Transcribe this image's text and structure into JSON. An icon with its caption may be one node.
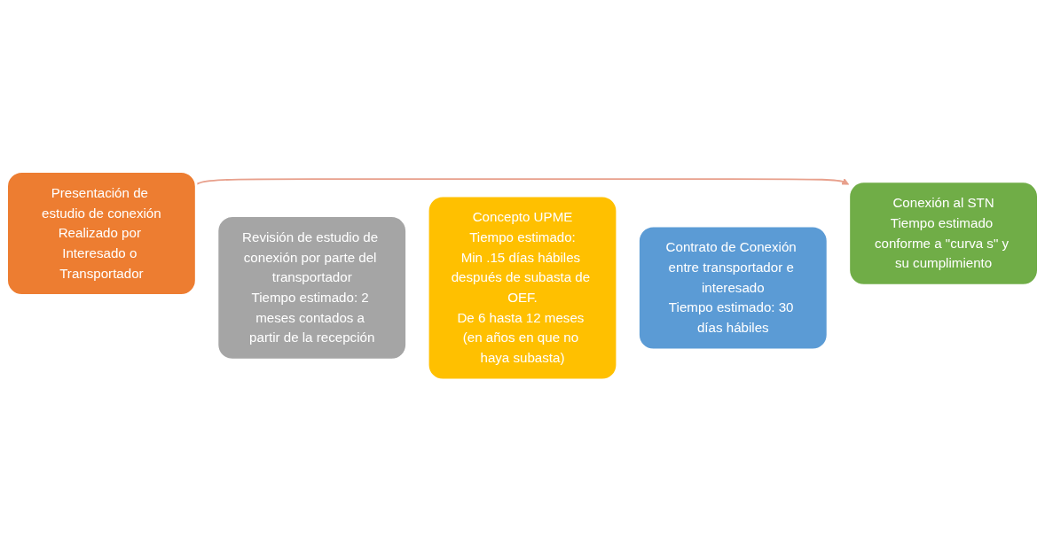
{
  "diagram": {
    "nodes": [
      {
        "text": [
          "Presentación de estudio de conexión",
          "Realizado por Interesado o Transportador"
        ]
      },
      {
        "text": [
          "Revisión de estudio de conexión por parte del transportador",
          "Tiempo estimado: 2 meses contados a partir de la recepción"
        ]
      },
      {
        "text": [
          "Concepto UPME",
          "Tiempo estimado:",
          "Min .15 días hábiles después de subasta de OEF.",
          "De 6 hasta 12 meses (en años en que no haya subasta)"
        ]
      },
      {
        "text": [
          "Contrato de Conexión entre transportador e interesado",
          "Tiempo estimado: 30 días hábiles"
        ]
      },
      {
        "text": [
          "Conexión al STN",
          "Tiempo estimado conforme a \"curva s\" y su cumplimiento"
        ]
      }
    ],
    "edges": [
      {
        "from": 0,
        "to": 4,
        "arrow": "to"
      }
    ]
  }
}
